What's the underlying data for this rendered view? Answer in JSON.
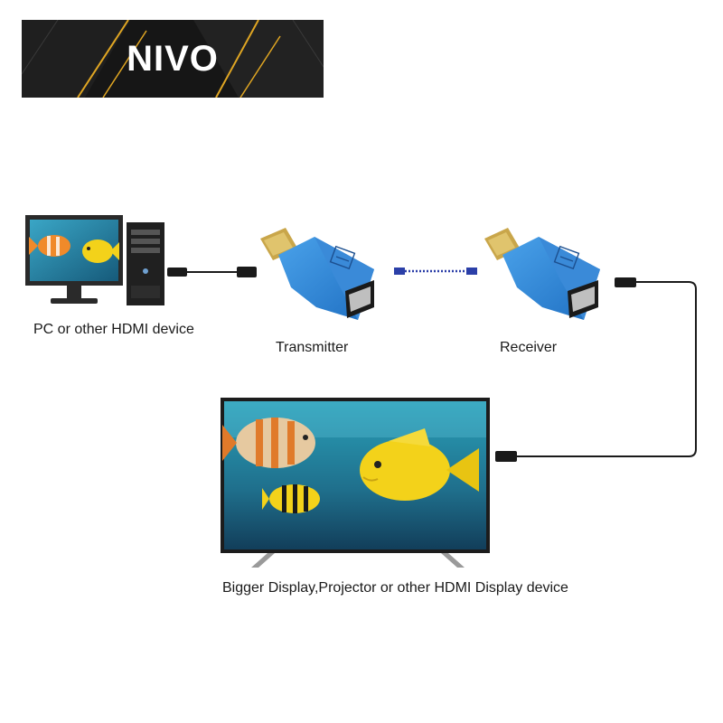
{
  "banner": {
    "logo_text": "NIVO"
  },
  "labels": {
    "source": "PC or other HDMI device",
    "transmitter": "Transmitter",
    "receiver": "Receiver",
    "display": "Bigger Display,Projector or other HDMI Display device"
  },
  "colors": {
    "adapter_blue": "#2f86d6",
    "cable": "#1a1a1a",
    "patch_cable": "#2b3fa8",
    "banner_bg": "#161616",
    "banner_stripe": "#e0a623",
    "screen_water": "#1f6f8c",
    "fish_yellow": "#f3d21a"
  },
  "icons": {
    "source": "pc-computer-icon",
    "adapter": "hdmi-to-rj45-adapter-icon",
    "display": "television-icon"
  }
}
